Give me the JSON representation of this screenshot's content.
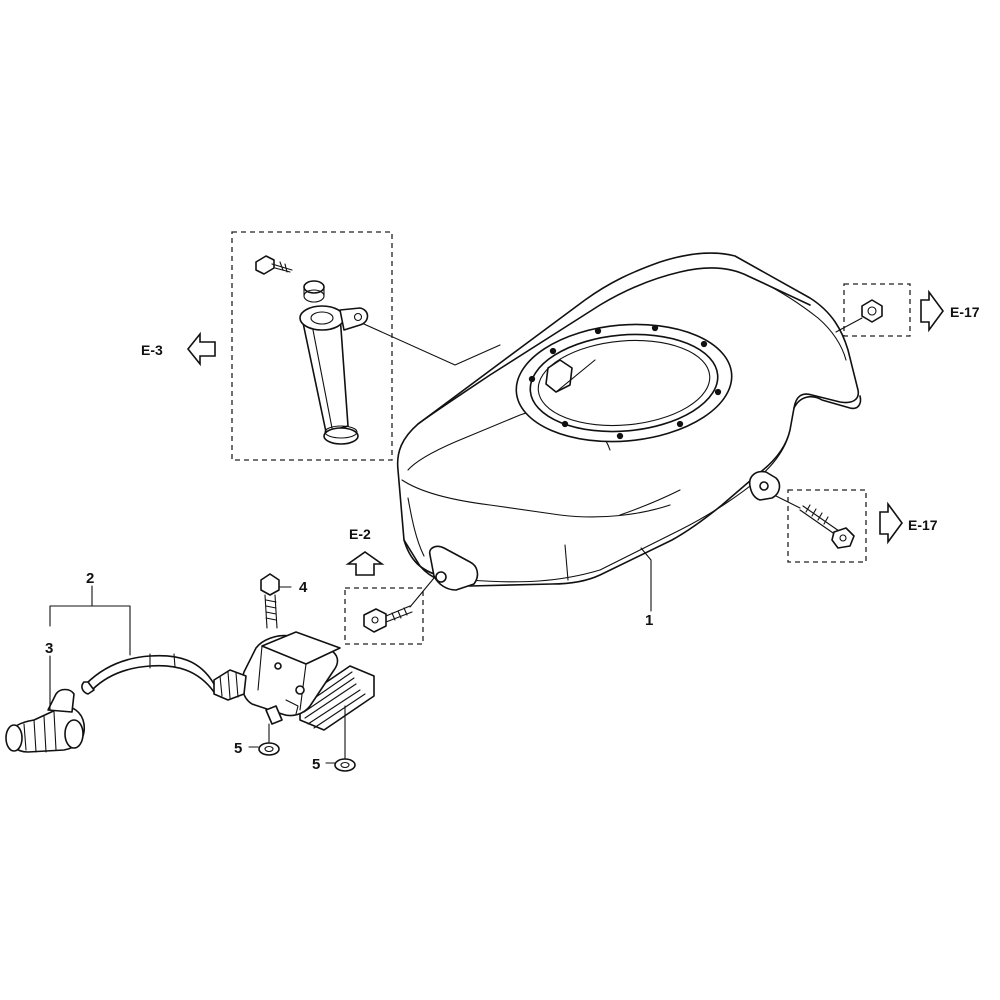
{
  "diagram": {
    "callouts": {
      "part_1": "1",
      "part_2": "2",
      "part_3": "3",
      "part_4": "4",
      "part_5a": "5",
      "part_5b": "5"
    },
    "references": {
      "ref_e3": "E-3",
      "ref_e2": "E-2",
      "ref_e17_top": "E-17",
      "ref_e17_mid": "E-17"
    }
  }
}
